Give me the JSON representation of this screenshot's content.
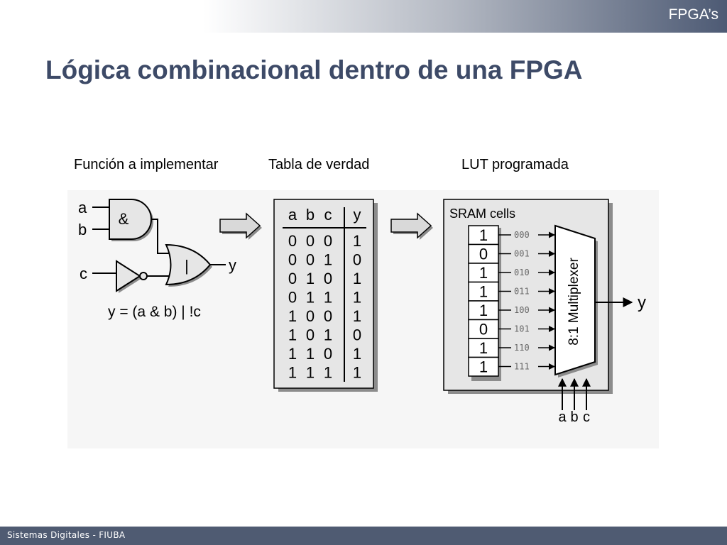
{
  "header": {
    "section": "FPGA’s"
  },
  "slide": {
    "title": "Lógica combinacional dentro de una FPGA",
    "labels": {
      "function": "Función a implementar",
      "truth_table": "Tabla de verdad",
      "lut": "LUT programada"
    }
  },
  "circuit": {
    "inputs": [
      "a",
      "b",
      "c"
    ],
    "and_symbol": "&",
    "or_symbol": "|",
    "output": "y",
    "equation": "y = (a & b) | !c"
  },
  "truth_table": {
    "headers": [
      "a",
      "b",
      "c",
      "y"
    ],
    "rows": [
      [
        "0",
        "0",
        "0",
        "1"
      ],
      [
        "0",
        "0",
        "1",
        "0"
      ],
      [
        "0",
        "1",
        "0",
        "1"
      ],
      [
        "0",
        "1",
        "1",
        "1"
      ],
      [
        "1",
        "0",
        "0",
        "1"
      ],
      [
        "1",
        "0",
        "1",
        "0"
      ],
      [
        "1",
        "1",
        "0",
        "1"
      ],
      [
        "1",
        "1",
        "1",
        "1"
      ]
    ]
  },
  "lut": {
    "sram_label": "SRAM cells",
    "cells": [
      "1",
      "0",
      "1",
      "1",
      "1",
      "0",
      "1",
      "1"
    ],
    "addresses": [
      "000",
      "001",
      "010",
      "011",
      "100",
      "101",
      "110",
      "111"
    ],
    "mux_label": "8:1 Multiplexer",
    "output": "y",
    "selects": [
      "a",
      "b",
      "c"
    ]
  },
  "footer": {
    "text": "Sistemas Digitales - FIUBA"
  }
}
